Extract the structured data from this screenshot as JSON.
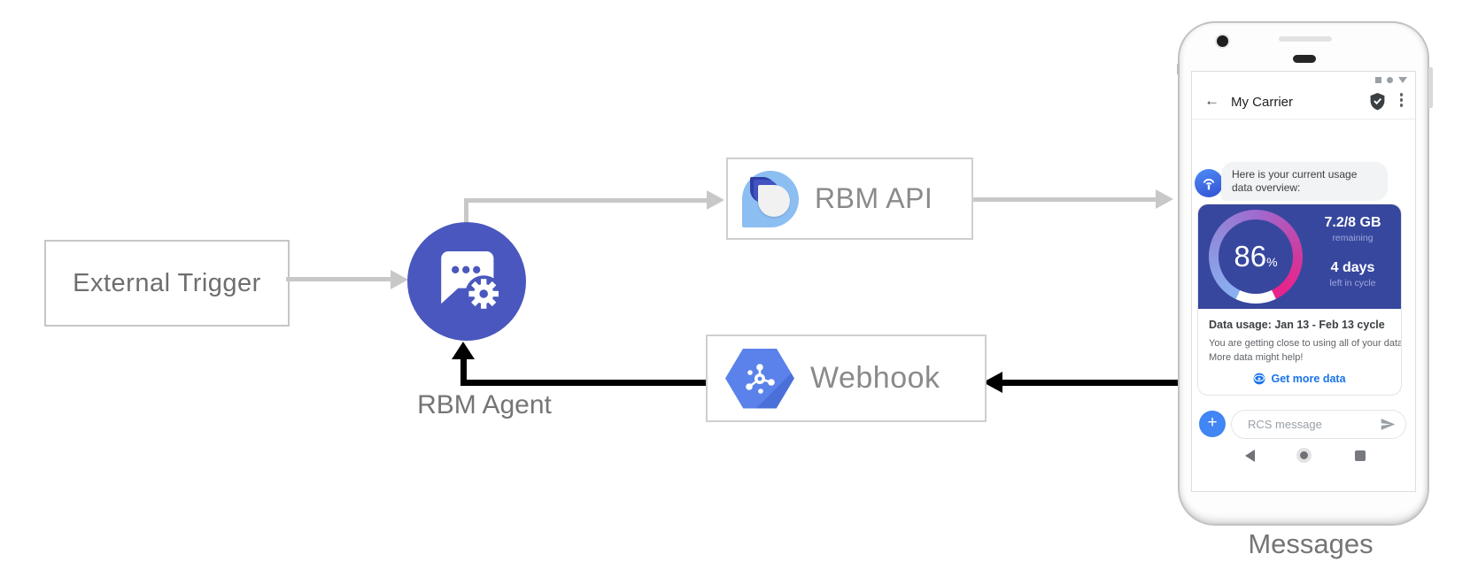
{
  "diagram": {
    "external_trigger_label": "External Trigger",
    "rbm_agent_label": "RBM Agent",
    "rbm_api_label": "RBM API",
    "webhook_label": "Webhook",
    "phone_caption": "Messages"
  },
  "phone": {
    "app_bar": {
      "title": "My Carrier"
    },
    "bubble": {
      "line1": "Here is your current usage",
      "line2": "data overview:"
    },
    "usage_card": {
      "percent": "86",
      "percent_unit": "%",
      "remaining_value": "7.2/8 GB",
      "remaining_label": "remaining",
      "days_value": "4 days",
      "days_label": "left in cycle",
      "title": "Data usage: Jan 13 - Feb 13 cycle",
      "body_line1": "You are getting close to using all of your data.",
      "body_line2": "More data might help!",
      "action_label": "Get more data"
    },
    "composer": {
      "placeholder": "RCS message"
    }
  },
  "colors": {
    "agent_blue": "#4a57be",
    "card_blue": "#37479e",
    "gauge_start": "#8ab2f2",
    "gauge_end": "#e8238c",
    "link_blue": "#1a73e8",
    "plus_blue": "#4285f4",
    "arrow_gray": "#c8c8c8",
    "arrow_black": "#000000",
    "label_gray": "#757575"
  }
}
